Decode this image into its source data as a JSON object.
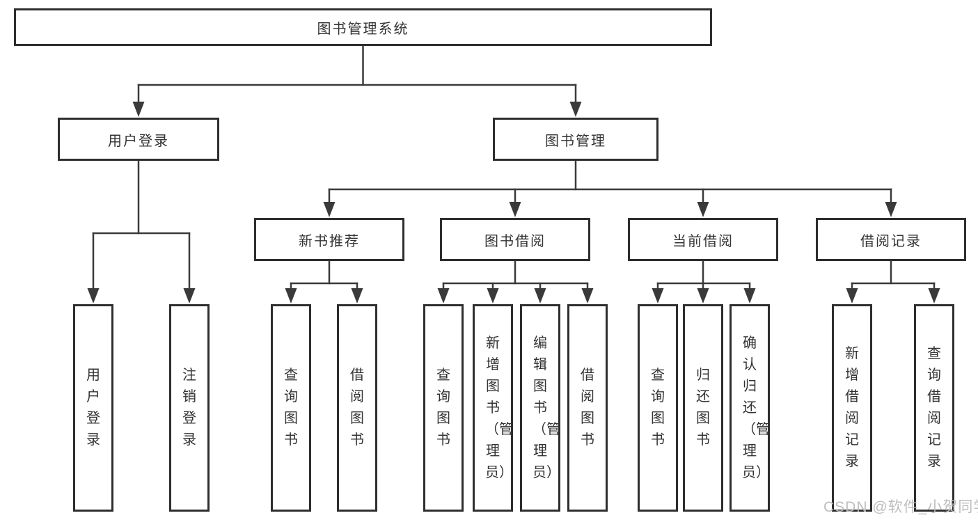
{
  "diagram_type": "hierarchy-tree",
  "colors": {
    "background": "#ffffff",
    "box_border": "#2e2e2e",
    "line": "#3a3a3a",
    "text": "#333333",
    "watermark": "#bababa"
  },
  "nodes": {
    "root": "图书管理系统",
    "user_login": "用户登录",
    "book_mgmt": "图书管理",
    "new_book_rec": "新书推荐",
    "book_borrow": "图书借阅",
    "current_borrow": "当前借阅",
    "borrow_records": "借阅记录",
    "leaf_user_login": "用户登录",
    "leaf_logout": "注销登录",
    "rec_query_books": "查询图书",
    "rec_borrow_books": "借阅图书",
    "bb_query_books": "查询图书",
    "bb_add_books": "新增图书（管理员）",
    "bb_edit_books": "编辑图书（管理员）",
    "bb_borrow_books": "借阅图书",
    "cb_query_books": "查询图书",
    "cb_return_books": "归还图书",
    "cb_confirm_return": "确认归还（管理员）",
    "br_add_record": "新增借阅记录",
    "br_query_record": "查询借阅记录"
  },
  "watermark": "CSDN @软件_小贺同学"
}
